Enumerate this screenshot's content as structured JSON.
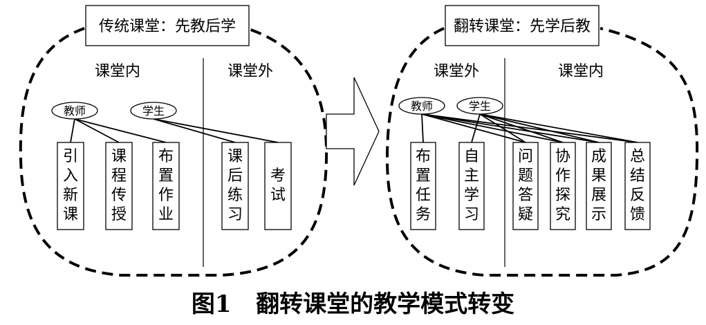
{
  "left_panel": {
    "title": "传统课堂：先教后学",
    "section_a": "课堂内",
    "section_b": "课堂外",
    "roles": [
      "教师",
      "学生"
    ],
    "boxes": [
      [
        "引",
        "入",
        "新",
        "课"
      ],
      [
        "课",
        "程",
        "传",
        "授"
      ],
      [
        "布",
        "置",
        "作",
        "业"
      ],
      [
        "课",
        "后",
        "练",
        "习"
      ],
      [
        "考",
        "试"
      ]
    ]
  },
  "right_panel": {
    "title": "翻转课堂：先学后教",
    "section_a": "课堂外",
    "section_b": "课堂内",
    "roles": [
      "教师",
      "学生"
    ],
    "boxes": [
      [
        "布",
        "置",
        "任",
        "务"
      ],
      [
        "自",
        "主",
        "学",
        "习"
      ],
      [
        "问",
        "题",
        "答",
        "疑"
      ],
      [
        "协",
        "作",
        "探",
        "究"
      ],
      [
        "成",
        "果",
        "展",
        "示"
      ],
      [
        "总",
        "结",
        "反",
        "馈"
      ]
    ]
  },
  "caption": {
    "figure_label": "图1",
    "text": "翻转课堂的教学模式转变"
  }
}
